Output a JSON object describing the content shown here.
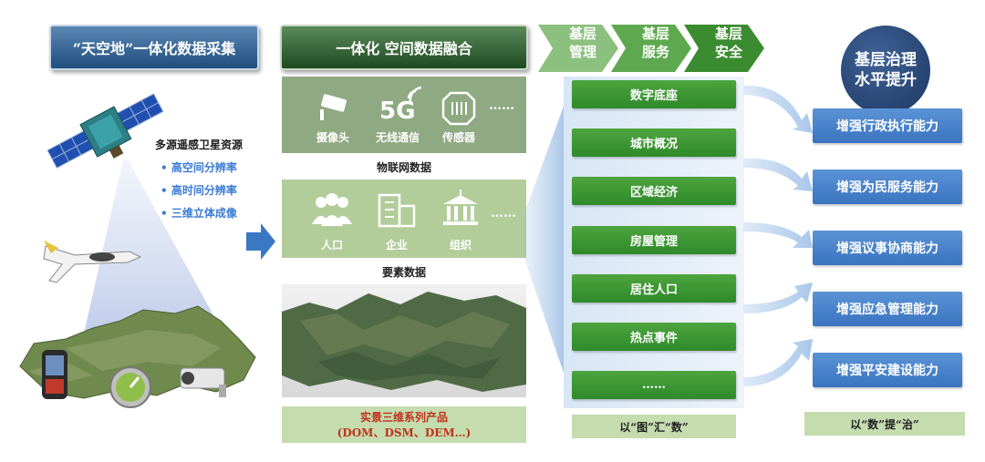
{
  "left": {
    "header": "“天空地”一体化数据采集",
    "satellite_title": "多源遥感卫星资源",
    "bullets": [
      "• 高空间分辨率",
      "• 高时间分辨率",
      "• 三维立体成像"
    ]
  },
  "middle": {
    "header": "一体化 空间数据融合",
    "iot_items": [
      {
        "label": "摄像头",
        "icon": "camera-icon"
      },
      {
        "label": "无线通信",
        "icon": "5g-icon"
      },
      {
        "label": "传感器",
        "icon": "sensor-icon"
      },
      {
        "label": "……",
        "icon": "dots"
      }
    ],
    "iot_caption": "物联网数据",
    "element_items": [
      {
        "label": "人口",
        "icon": "people-icon"
      },
      {
        "label": "企业",
        "icon": "building-icon"
      },
      {
        "label": "组织",
        "icon": "government-icon"
      },
      {
        "label": "……",
        "icon": "dots"
      }
    ],
    "element_caption": "要素数据",
    "product_line1": "实景三维系列产品",
    "product_line2": "(DOM、DSM、DEM…)"
  },
  "chevrons": [
    {
      "line1": "基层",
      "line2": "管理"
    },
    {
      "line1": "基层",
      "line2": "服务"
    },
    {
      "line1": "基层",
      "line2": "安全"
    }
  ],
  "green_list": [
    "数字底座",
    "城市概况",
    "区域经济",
    "房屋管理",
    "居住人口",
    "热点事件",
    "……"
  ],
  "green_footer": "以“图”汇“数”",
  "circle_title_line1": "基层治理",
  "circle_title_line2": "水平提升",
  "blue_list": [
    "增强行政执行能力",
    "增强为民服务能力",
    "增强议事协商能力",
    "增强应急管理能力",
    "增强平安建设能力"
  ],
  "blue_footer": "以“数”提“治”",
  "colors": {
    "green": "#3f9a35",
    "blue": "#4a85cc",
    "navy": "#1f3f6e",
    "chevron": "#5aa84a"
  }
}
